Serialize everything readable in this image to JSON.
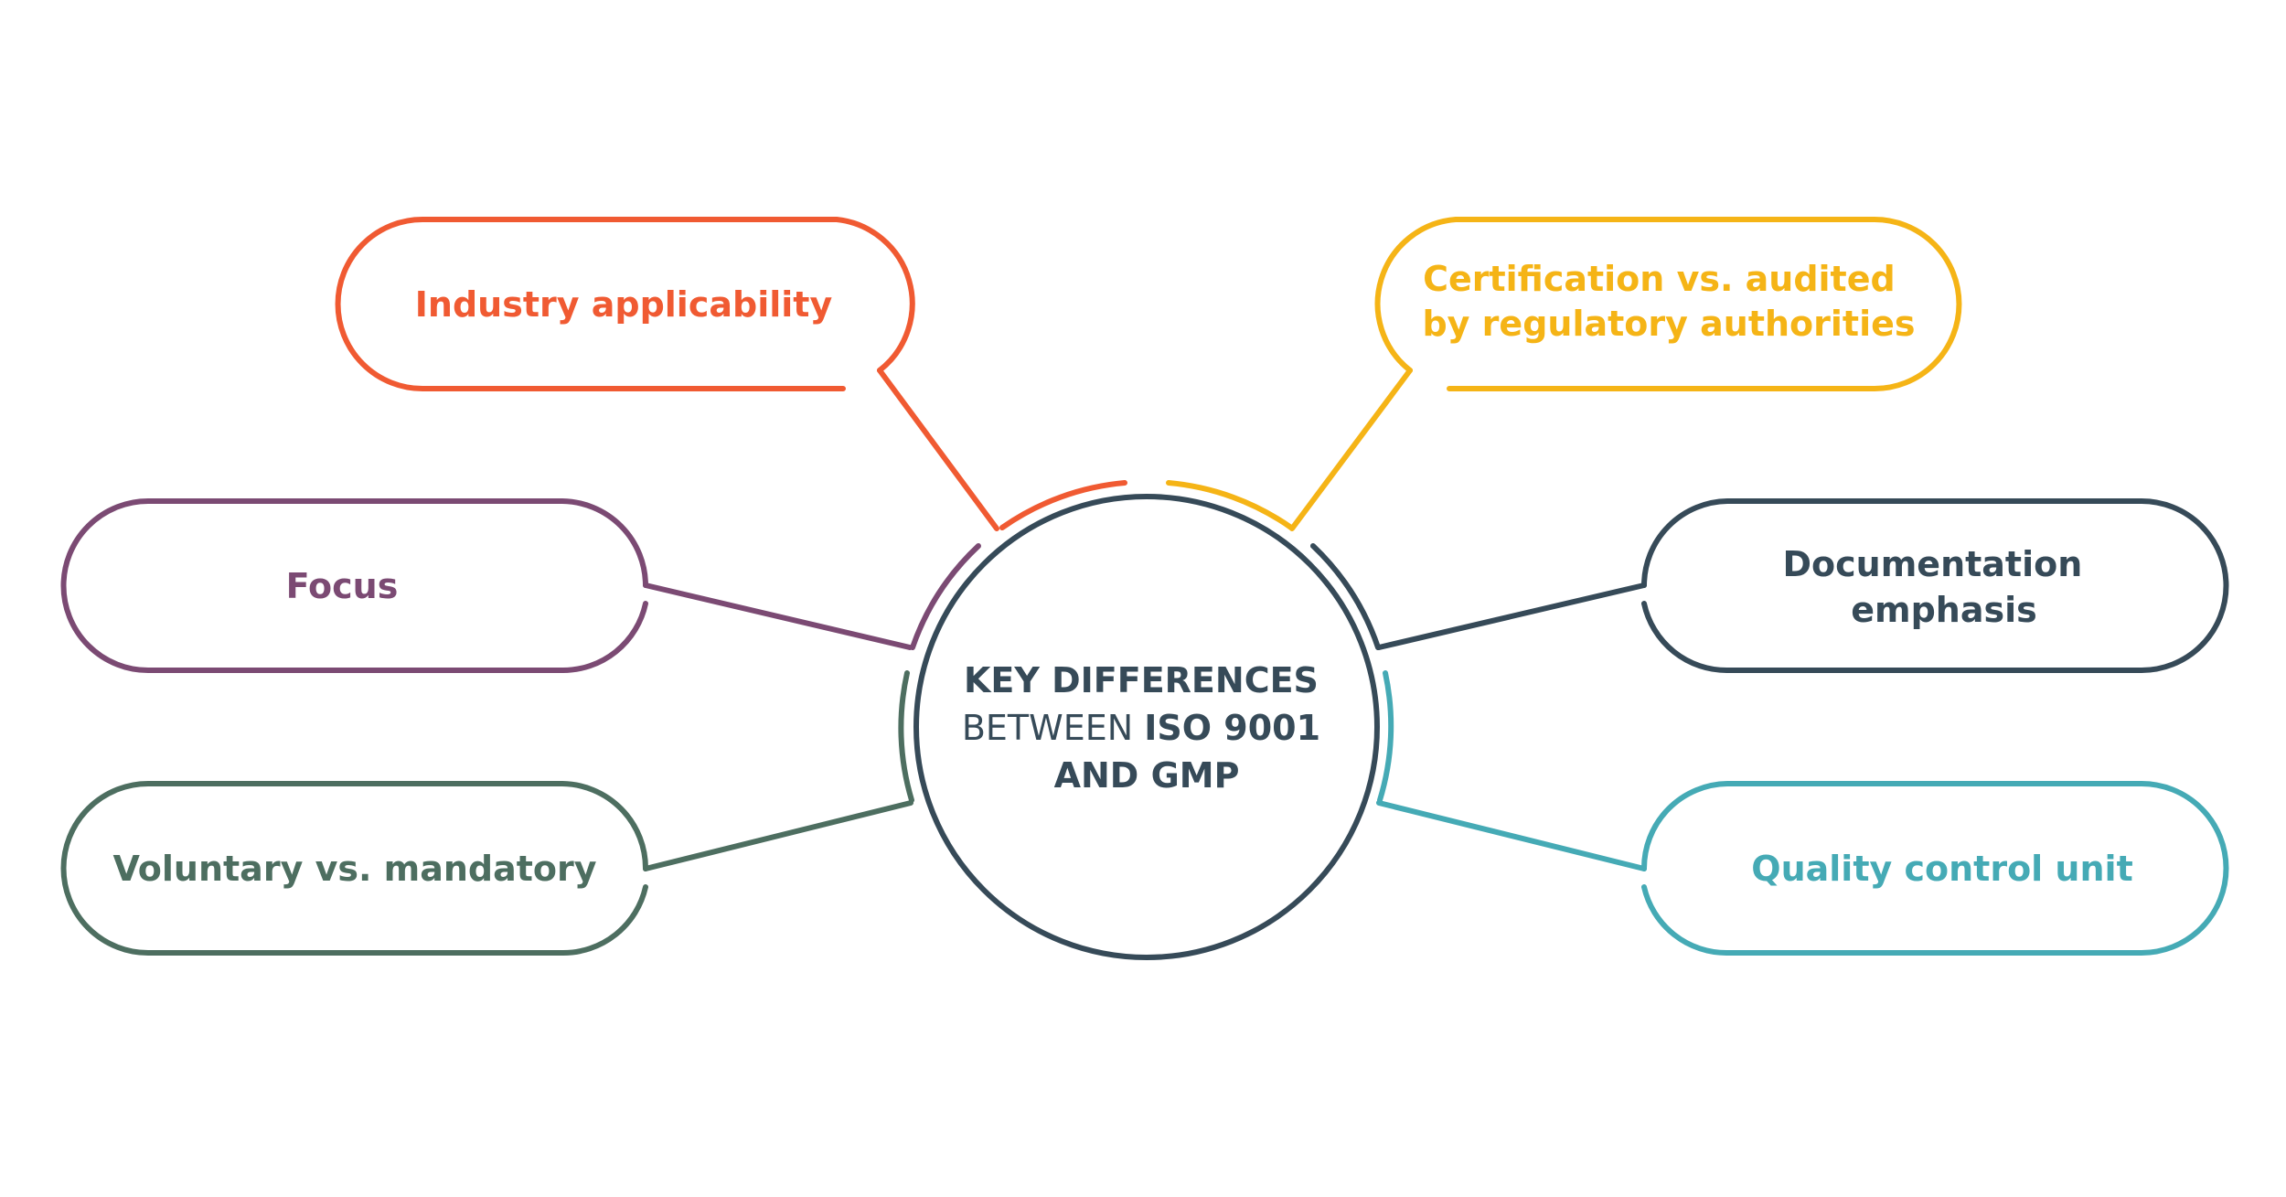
{
  "center": {
    "line1": "KEY DIFFERENCES",
    "line2_light": "BETWEEN ",
    "line2_bold": "ISO 9001",
    "line3": "AND GMP",
    "color": "#364a58"
  },
  "nodes": [
    {
      "id": "industry",
      "lines": [
        "Industry applicability"
      ],
      "color": "#f05a32"
    },
    {
      "id": "certification",
      "lines": [
        "Certification vs. audited",
        "by regulatory authorities"
      ],
      "color": "#f5b416"
    },
    {
      "id": "focus",
      "lines": [
        "Focus"
      ],
      "color": "#7b4a73"
    },
    {
      "id": "documentation",
      "lines": [
        "Documentation",
        "emphasis"
      ],
      "color": "#364a58"
    },
    {
      "id": "voluntary",
      "lines": [
        "Voluntary vs. mandatory"
      ],
      "color": "#4d6e60"
    },
    {
      "id": "quality",
      "lines": [
        "Quality control unit"
      ],
      "color": "#45aab5"
    }
  ]
}
